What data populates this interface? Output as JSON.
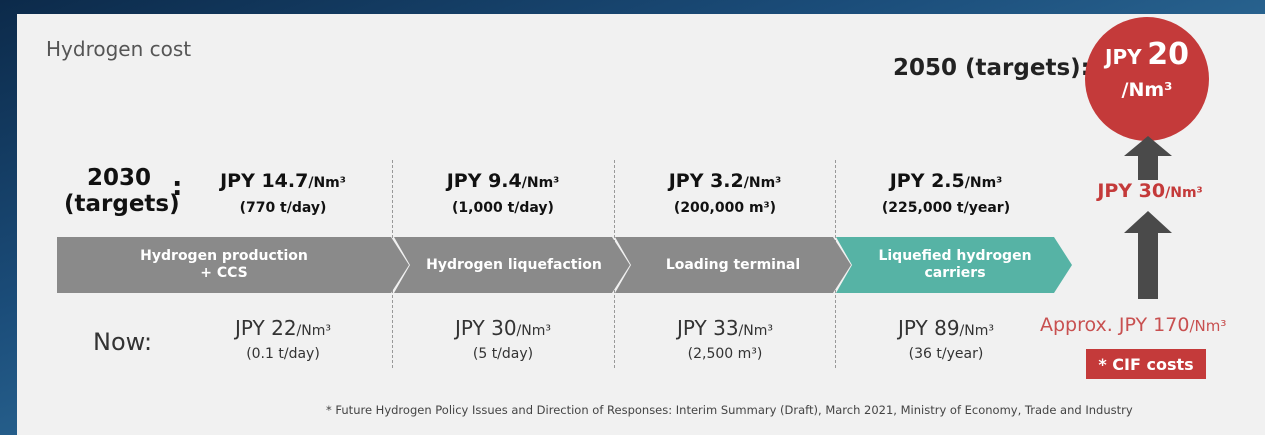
{
  "title": "Hydrogen cost",
  "target_2050": {
    "label": "2050 (targets):",
    "currency": "JPY",
    "value": "20",
    "unit": "/Nm³"
  },
  "targets_2030": {
    "label_line1": "2030",
    "label_line2": "(targets)",
    "colon": ":",
    "items": [
      {
        "price": "JPY 14.7",
        "unit": "/Nm³",
        "capacity": "(770 t/day)"
      },
      {
        "price": "JPY 9.4",
        "unit": "/Nm³",
        "capacity": "(1,000 t/day)"
      },
      {
        "price": "JPY 3.2",
        "unit": "/Nm³",
        "capacity": "(200,000 m³)"
      },
      {
        "price": "JPY 2.5",
        "unit": "/Nm³",
        "capacity": "(225,000 t/year)"
      }
    ]
  },
  "stages": [
    {
      "line1": "Hydrogen production",
      "line2": "+ CCS",
      "color": "#8a8a8a"
    },
    {
      "line1": "Hydrogen liquefaction",
      "line2": "",
      "color": "#8a8a8a"
    },
    {
      "line1": "Loading terminal",
      "line2": "",
      "color": "#8a8a8a"
    },
    {
      "line1": "Liquefied hydrogen",
      "line2": "carriers",
      "color": "#56b3a5"
    }
  ],
  "now": {
    "label": "Now:",
    "items": [
      {
        "price": "JPY 22",
        "unit": "/Nm³",
        "capacity": "(0.1 t/day)"
      },
      {
        "price": "JPY 30",
        "unit": "/Nm³",
        "capacity": "(5 t/day)"
      },
      {
        "price": "JPY 33",
        "unit": "/Nm³",
        "capacity": "(2,500 m³)"
      },
      {
        "price": "JPY 89",
        "unit": "/Nm³",
        "capacity": "(36 t/year)"
      }
    ]
  },
  "total_2030": {
    "price": "JPY 30",
    "unit": "/Nm³"
  },
  "total_now": {
    "price": "Approx. JPY 170",
    "unit": "/Nm³"
  },
  "cif_badge": "* CIF costs",
  "footnote": "* Future Hydrogen Policy Issues and Direction of Responses: Interim Summary (Draft), March 2021, Ministry of Economy, Trade and Industry",
  "colors": {
    "accent_red": "#c43a3a",
    "chevron_gray": "#8a8a8a",
    "chevron_teal": "#56b3a5",
    "arrow_dark": "#4a4a4a"
  }
}
